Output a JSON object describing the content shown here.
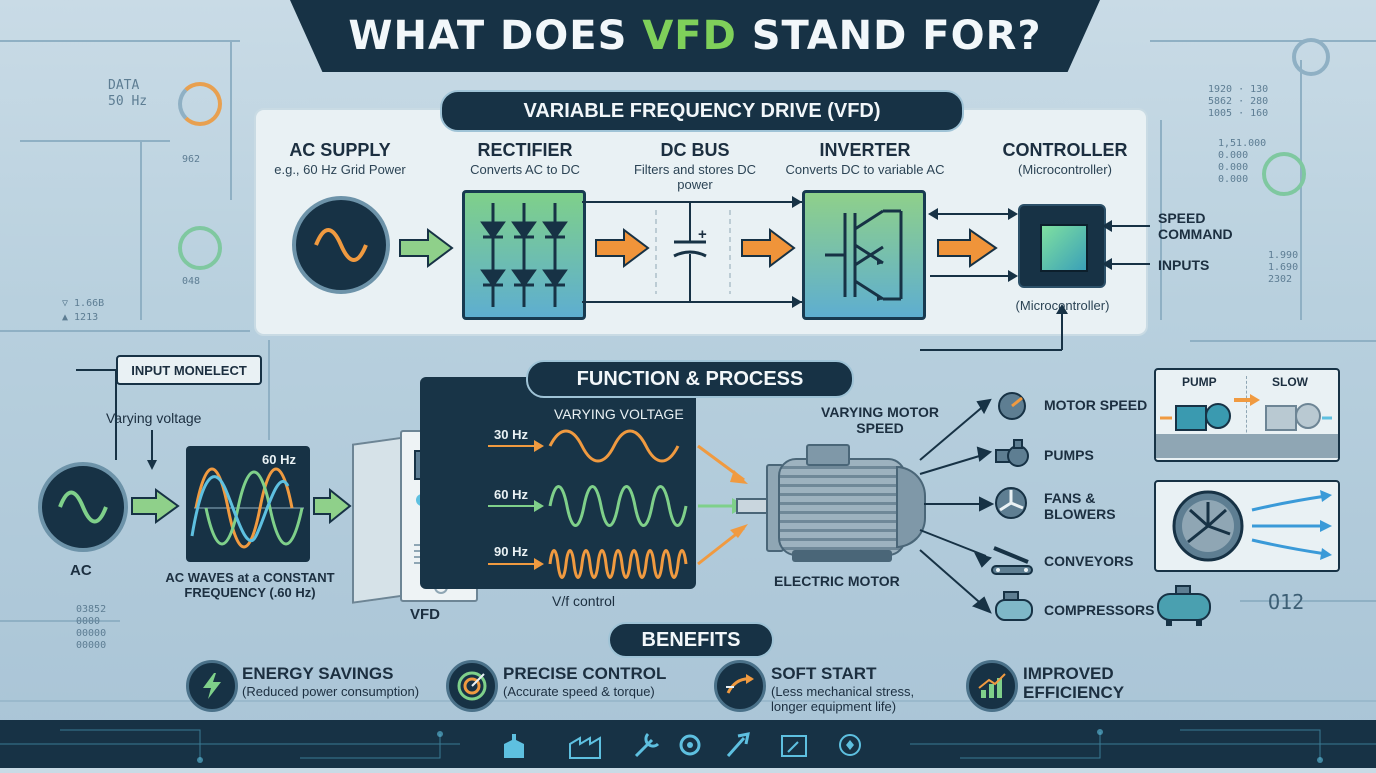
{
  "title": {
    "prefix": "WHAT DOES ",
    "highlight": "VFD",
    "suffix": " STAND FOR?"
  },
  "deco": {
    "left_data": "DATA",
    "left_hz": "50 Hz",
    "left_num1": "962",
    "left_num2": "048",
    "left_num3": "▽ 1.66B",
    "left_num4": "▲ 1213",
    "right_col1": [
      "1920 · 130",
      "5862 · 280",
      "1005 · 160"
    ],
    "right_col2": [
      "1,51.000",
      "0.000",
      "0.000",
      "0.000"
    ],
    "right_col3": [
      "1.990",
      "1.690",
      "2302"
    ],
    "left_bottom": [
      "03852",
      "0000",
      "00000",
      "00000"
    ],
    "right_bottom": "O12"
  },
  "vfd": {
    "heading": "VARIABLE FREQUENCY DRIVE (VFD)",
    "ac_supply": {
      "title": "AC SUPPLY",
      "desc": "e.g., 60 Hz Grid Power"
    },
    "rectifier": {
      "title": "RECTIFIER",
      "desc": "Converts AC to DC"
    },
    "dc_bus": {
      "title": "DC BUS",
      "desc": "Filters and stores DC power"
    },
    "inverter": {
      "title": "INVERTER",
      "desc": "Converts DC to variable AC"
    },
    "controller": {
      "title": "CONTROLLER",
      "desc": "(Microcontroller)",
      "chip_label": "(Microcontroller)"
    },
    "speed_command": "SPEED COMMAND",
    "inputs": "INPUTS",
    "cap_sign": "+"
  },
  "function": {
    "heading": "FUNCTION & PROCESS",
    "input_label": "INPUT MONELECT",
    "varying_voltage_left": "Varying voltage",
    "ac_label": "AC",
    "wave_hz": "60 Hz",
    "ac_waves_caption": "AC WAVES at a CONSTANT FREQUENCY (.60 Hz)",
    "vfd_label": "VFD",
    "panel_title": "VARYING VOLTAGE",
    "freq1": "30 Hz",
    "freq2": "60 Hz",
    "freq3": "90 Hz",
    "vf_control": "V/f control",
    "varying_motor_speed": "VARYING MOTOR SPEED",
    "electric_motor": "ELECTRIC MOTOR"
  },
  "applications": [
    {
      "label": "MOTOR SPEED",
      "icon": "gauge-icon"
    },
    {
      "label": "PUMPS",
      "icon": "pump-icon"
    },
    {
      "label": "FANS & BLOWERS",
      "icon": "fan-icon"
    },
    {
      "label": "CONVEYORS",
      "icon": "conveyor-icon"
    },
    {
      "label": "COMPRESSORS",
      "icon": "compressor-icon"
    }
  ],
  "pump_card": {
    "left": "PUMP",
    "right": "SLOW"
  },
  "benefits": {
    "heading": "BENEFITS",
    "items": [
      {
        "title": "ENERGY SAVINGS",
        "desc": "(Reduced power consumption)",
        "icon": "lightning-icon"
      },
      {
        "title": "PRECISE CONTROL",
        "desc": "(Accurate speed & torque)",
        "icon": "target-icon"
      },
      {
        "title": "SOFT START",
        "desc": "(Less mechanical stress, longer equipment life)",
        "icon": "soft-start-icon"
      },
      {
        "title": "IMPROVED EFFICIENCY",
        "desc": "",
        "icon": "chart-up-icon"
      }
    ]
  },
  "colors": {
    "navy": "#173245",
    "green": "#7fd05a",
    "orange": "#f08a2c",
    "teal": "#3aa0b8"
  }
}
